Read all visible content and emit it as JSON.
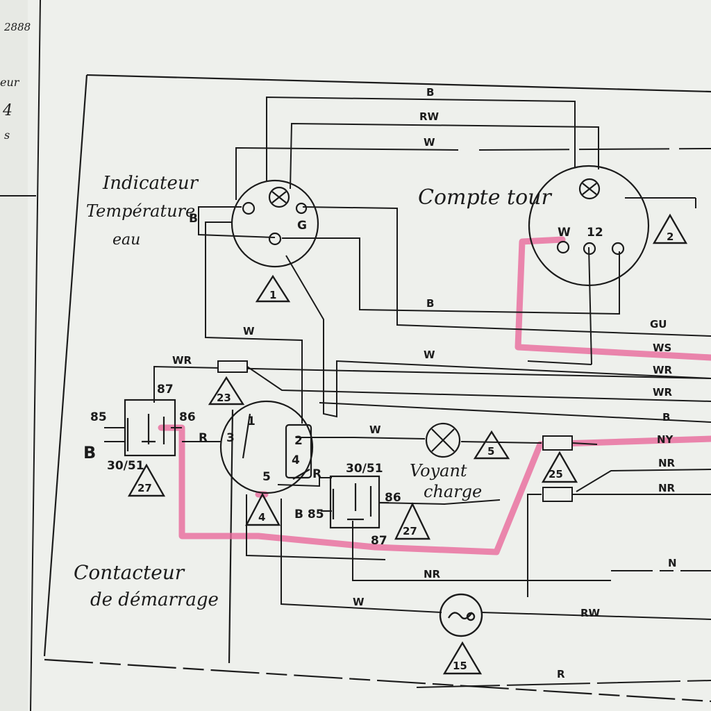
{
  "margin_notes": {
    "number": "2888",
    "frag1": "eur",
    "frag2": "4",
    "frag3": "s"
  },
  "components": {
    "temp_gauge": {
      "label1": "Indicateur",
      "label2": "Température",
      "label3": "eau",
      "ref": "1",
      "pin_b": "B",
      "pin_g": "G"
    },
    "tachometer": {
      "label": "Compte tour",
      "ref": "2",
      "pin_w": "W",
      "pin_12": "12"
    },
    "relay_left": {
      "pin_85": "85",
      "pin_87": "87",
      "pin_86": "86",
      "pin_30": "30/51",
      "pin_b": "B",
      "ref": "27"
    },
    "starter_switch": {
      "label1": "Contacteur",
      "label2": "de démarrage",
      "ref": "4",
      "pin_1": "1",
      "pin_2": "2",
      "pin_3": "3",
      "pin_4": "4",
      "pin_5": "5",
      "pin_r": "R"
    },
    "relay_right": {
      "pin_30": "30/51",
      "pin_85": "B 85",
      "pin_86": "86",
      "pin_87": "87",
      "pin_r": "R",
      "ref": "27"
    },
    "charge_lamp": {
      "label1": "Voyant",
      "label2": "charge",
      "ref": "5"
    },
    "fuse_top": {
      "ref": "23"
    },
    "connector_right": {
      "ref": "25"
    },
    "oil_switch": {
      "ref": "15"
    }
  },
  "wires": {
    "top_b": "B",
    "top_rw": "RW",
    "top_w": "W",
    "mid_w": "W",
    "mid_b": "B",
    "wr_left": "WR",
    "center_w": "W",
    "lamp_w": "W",
    "nr_bottom": "NR",
    "w_bottom": "W",
    "rw_bottom": "RW",
    "r_bottom": "R"
  },
  "right_edge": [
    "GU",
    "WS",
    "WR",
    "WR",
    "B",
    "NY",
    "NR",
    "NR",
    "N"
  ],
  "colors": {
    "highlight": "#e86a9c",
    "ink": "#1b1b1b",
    "paper": "#eef0ec"
  }
}
